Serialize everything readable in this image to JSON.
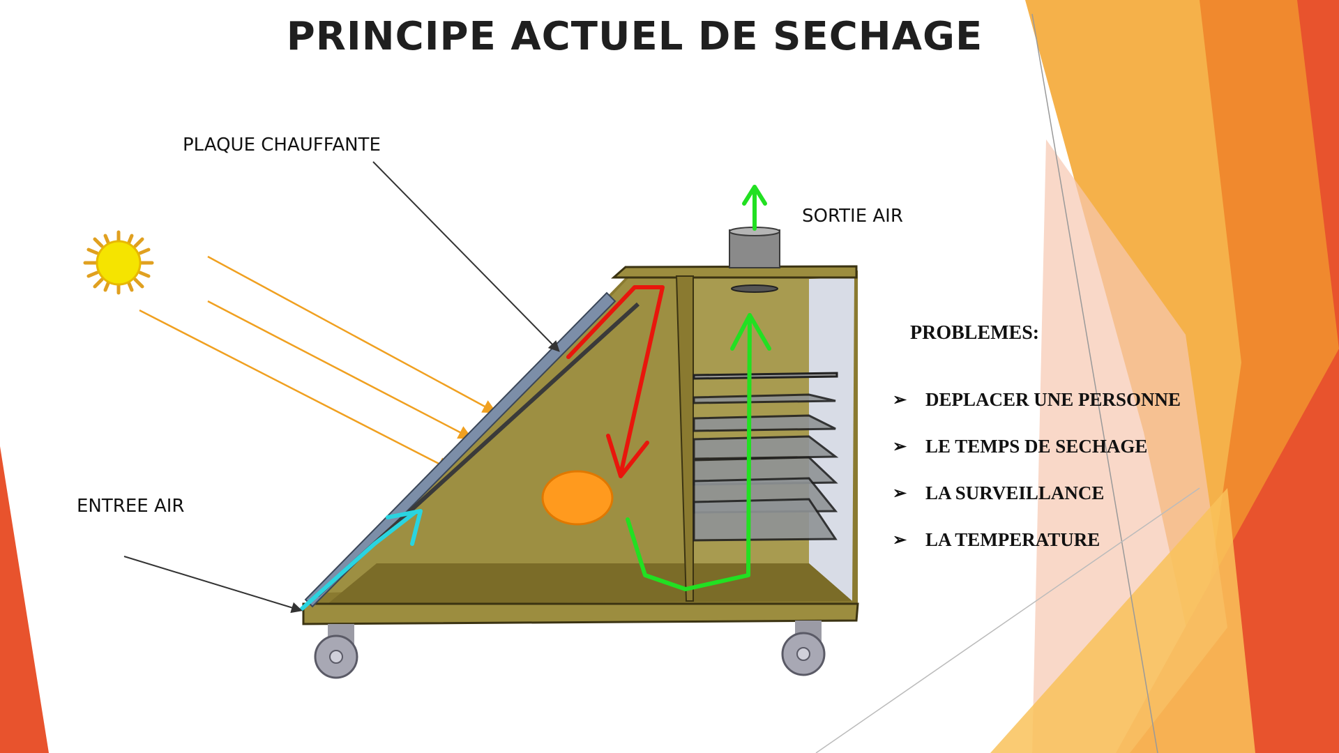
{
  "title": "PRINCIPE ACTUEL DE SECHAGE",
  "labels": {
    "heating_plate": "PLAQUE CHAUFFANTE",
    "air_outlet": "SORTIE AIR",
    "air_inlet": "ENTREE AIR"
  },
  "problems": {
    "heading": "PROBLEMES:",
    "bullet": "➢",
    "items": [
      {
        "text": "DEPLACER UNE PERSONNE"
      },
      {
        "text": "LE TEMPS DE SECHAGE"
      },
      {
        "text": "LA SURVEILLANCE"
      },
      {
        "text": "LA TEMPERATURE"
      }
    ]
  },
  "colors": {
    "sun": "#f5e400",
    "sun_rays": "#e0a020",
    "light_rays": "#f0a020",
    "wood": "#8a7a30",
    "hot_air": "#e8160c",
    "cold_air": "#2ad4e0",
    "exhaust_air": "#22e022",
    "heat_source": "#ff9a1e",
    "accent_orange": "#f39a2b",
    "accent_red": "#e8532d"
  }
}
